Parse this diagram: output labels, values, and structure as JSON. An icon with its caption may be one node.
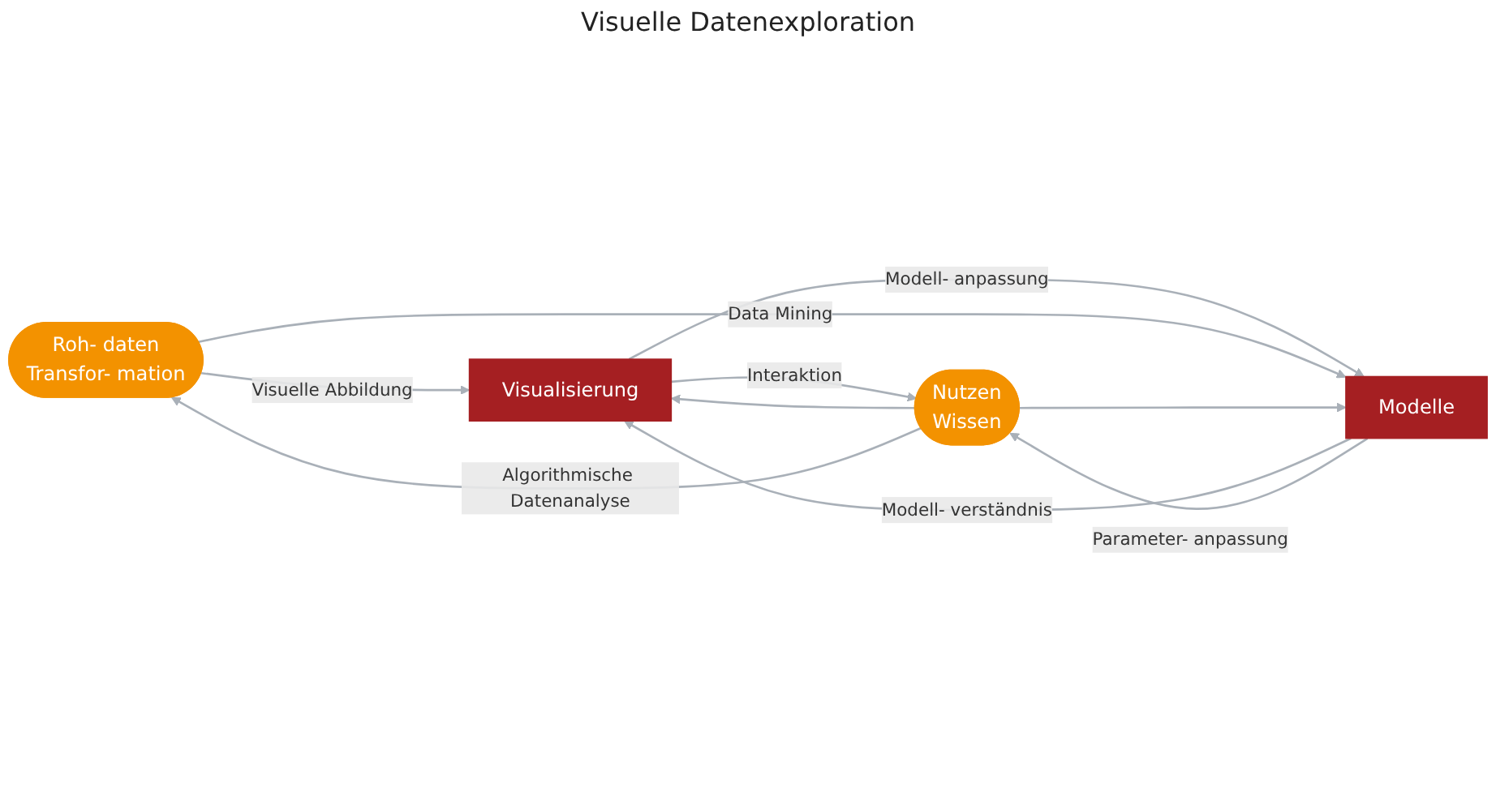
{
  "diagram": {
    "nodes": [
      {
        "text": [
          "Roh- daten",
          "Transfor- mation"
        ]
      },
      {
        "text": [
          "Visualisierung"
        ]
      },
      {
        "text": [
          "Modelle"
        ]
      },
      {
        "text": [
          "Nutzen",
          "Wissen"
        ]
      }
    ],
    "edges": [
      {
        "from": 0,
        "to": 1,
        "arrow": "to",
        "label": "Visuelle Abbildung"
      },
      {
        "from": 3,
        "to": 1,
        "arrow": "to"
      },
      {
        "from": 1,
        "to": 3,
        "arrow": "to",
        "label": "Interaktion"
      },
      {
        "from": 1,
        "to": 2,
        "arrow": "to",
        "label": "Modell- anpassung"
      },
      {
        "from": 2,
        "to": 1,
        "arrow": "to",
        "label": "Modell- verständnis"
      },
      {
        "from": 0,
        "to": 2,
        "arrow": "to",
        "label": "Data Mining"
      },
      {
        "from": 2,
        "to": 3,
        "arrow": "to",
        "label": "Parameter- anpassung"
      },
      {
        "from": 3,
        "to": 2,
        "arrow": "to"
      },
      {
        "from": 3,
        "to": 0,
        "arrow": "to",
        "label": "Algorithmische Datenanalyse"
      }
    ],
    "labels": [
      "Visuelle Datenexploration"
    ]
  }
}
